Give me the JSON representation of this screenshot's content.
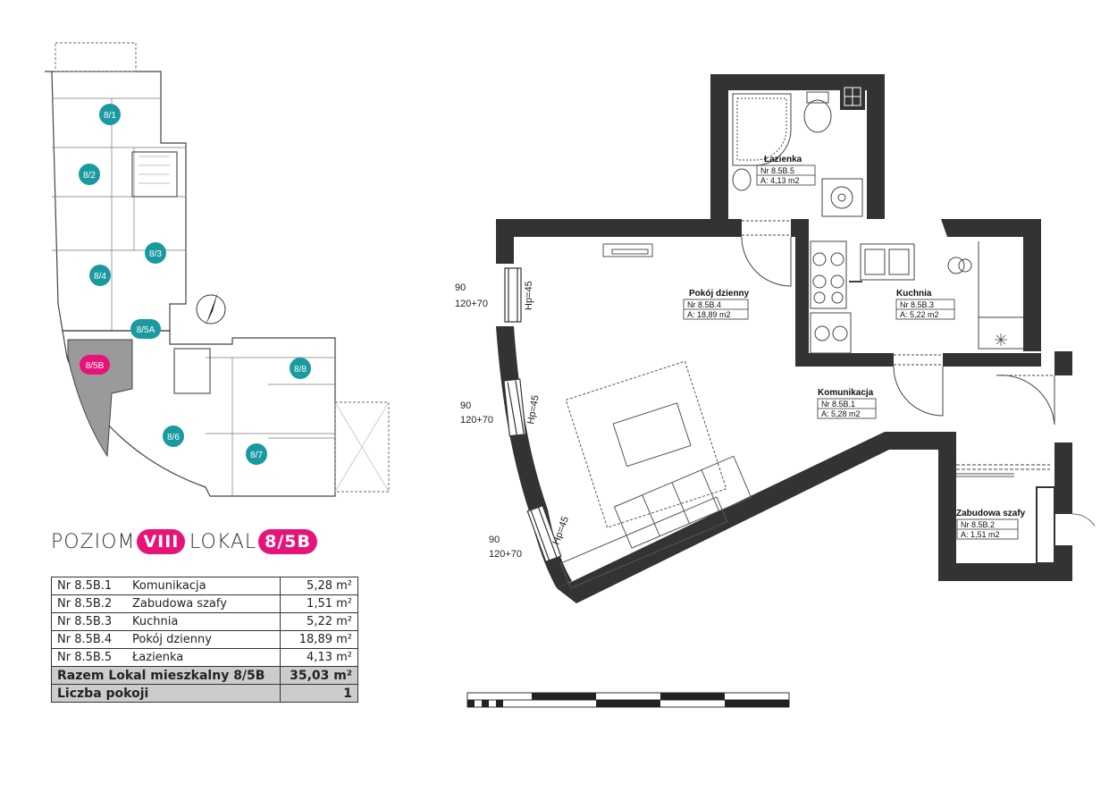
{
  "keyplan": {
    "units": [
      "8/1",
      "8/2",
      "8/3",
      "8/4",
      "8/5A",
      "8/5B",
      "8/6",
      "8/7",
      "8/8"
    ],
    "highlight": "8/5B",
    "colors": {
      "teal": "#1a9aa0",
      "magenta": "#e6147a",
      "wall": "#444444",
      "highlight_fill": "#9a9a9a"
    }
  },
  "heading": {
    "level_word": "POZIOM",
    "level_num": "VIII",
    "unit_word": "LOKAL",
    "unit_num": "8/5B"
  },
  "summary": {
    "rows": [
      {
        "code": "Nr 8.5B.1",
        "name": "Komunikacja",
        "area": "5,28 m²"
      },
      {
        "code": "Nr 8.5B.2",
        "name": "Zabudowa szafy",
        "area": "1,51 m²"
      },
      {
        "code": "Nr 8.5B.3",
        "name": "Kuchnia",
        "area": "5,22 m²"
      },
      {
        "code": "Nr 8.5B.4",
        "name": "Pokój dzienny",
        "area": "18,89 m²"
      },
      {
        "code": "Nr 8.5B.5",
        "name": "Łazienka",
        "area": "4,13 m²"
      }
    ],
    "total_label": "Razem Lokal mieszkalny 8/5B",
    "total_area": "35,03 m²",
    "rooms_label": "Liczba pokoji",
    "rooms_count": "1"
  },
  "plan": {
    "rooms": {
      "bath": {
        "name": "Łazienka",
        "nr": "Nr 8.5B.5",
        "area": "A: 4,13 m2"
      },
      "living": {
        "name": "Pokój dzienny",
        "nr": "Nr 8.5B.4",
        "area": "A: 18,89 m2"
      },
      "kitchen": {
        "name": "Kuchnia",
        "nr": "Nr 8.5B.3",
        "area": "A: 5,22 m2"
      },
      "hall": {
        "name": "Komunikacja",
        "nr": "Nr 8.5B.1",
        "area": "A: 5,28 m2"
      },
      "ward": {
        "name": "Zabudowa szafy",
        "nr": "Nr 8.5B.2",
        "area": "A: 1,51 m2"
      }
    },
    "windows": [
      {
        "w": "90",
        "h": "120+70",
        "hp": "Hp=45"
      },
      {
        "w": "90",
        "h": "120+70",
        "hp": "Hp=45"
      },
      {
        "w": "90",
        "h": "120+70",
        "hp": "Hp=45"
      }
    ],
    "wall_color": "#333333"
  }
}
